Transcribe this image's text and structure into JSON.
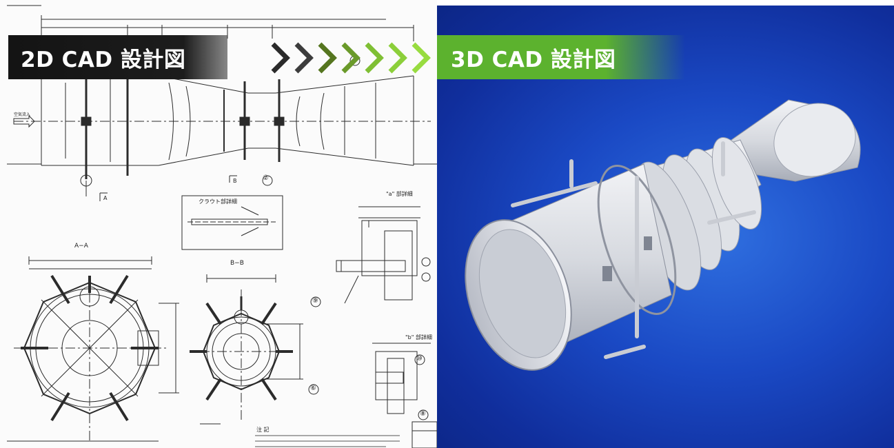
{
  "banner_left": {
    "label": "2D CAD 設計図",
    "color": "#161616"
  },
  "banner_right": {
    "label": "3D CAD 設計図",
    "color": "#5cb22e"
  },
  "arrows": {
    "count": 7,
    "colors": [
      "#2a2a2a",
      "#3c3c3c",
      "#55751f",
      "#6a9a2a",
      "#7fbf34",
      "#8ccf3a",
      "#98dc40"
    ]
  },
  "drawing": {
    "section_aa": "A−A",
    "section_bb": "B−B",
    "detail_label": "クラウト部詳細",
    "detail_b": "\"b\" 部詳細",
    "detail_a": "\"a\" 部詳細",
    "balloons": [
      "②",
      "⑨",
      "⑩",
      "⑥",
      "⑧"
    ],
    "flow_label": "空気流入",
    "view_a": "A",
    "view_b": "B",
    "notes_title": "注 記"
  },
  "background": {
    "right_color": "#1a49c4"
  }
}
